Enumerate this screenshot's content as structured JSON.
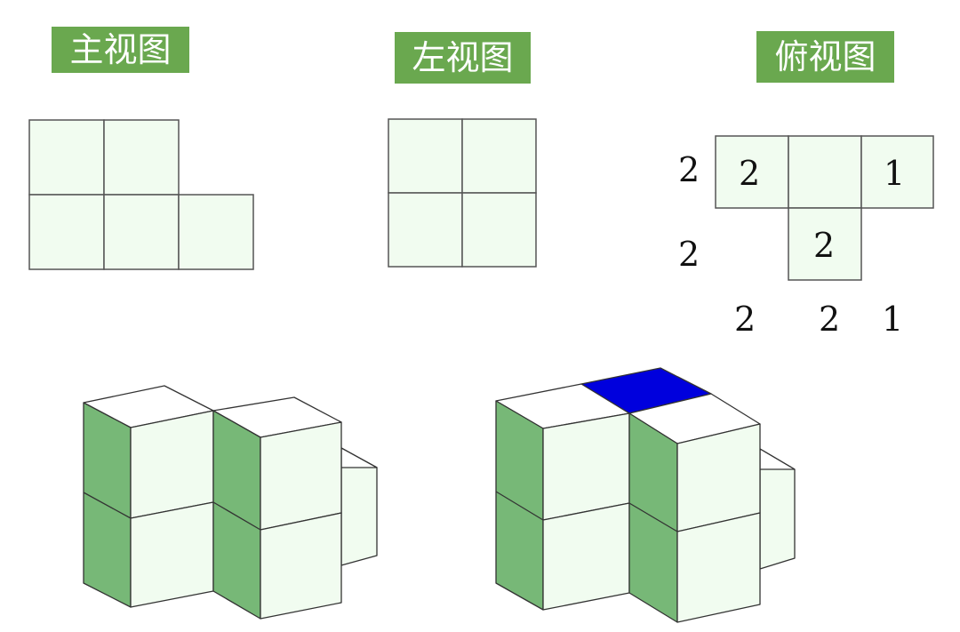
{
  "views": {
    "front": {
      "title": "主视图"
    },
    "left": {
      "title": "左视图"
    },
    "top": {
      "title": "俯视图"
    }
  },
  "top_view_counts": {
    "row_labels": [
      "2",
      "2"
    ],
    "col_labels": [
      "2",
      "2",
      "1"
    ],
    "cells": [
      "2",
      "1",
      "2"
    ]
  },
  "colors": {
    "label_bg": "#6aa84f",
    "face_light": "#f1fcf0",
    "face_side": "#77b877",
    "highlight": "#0000dd",
    "grid_line": "#555555"
  }
}
